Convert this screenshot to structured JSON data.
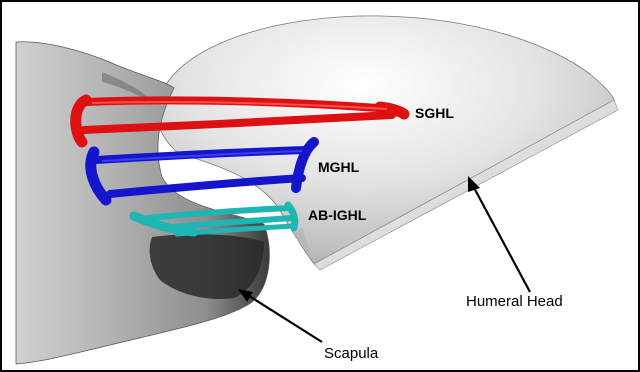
{
  "diagram": {
    "labels": {
      "sghl": "SGHL",
      "mghl": "MGHL",
      "ab_ighl": "AB-IGHL",
      "humeral_head": "Humeral Head",
      "scapula": "Scapula"
    },
    "colors": {
      "sghl": "#dd1111",
      "mghl": "#1515cc",
      "ab_ighl": "#1fb5b5",
      "bone": "#cfcfcf",
      "frame": "#000000"
    }
  }
}
